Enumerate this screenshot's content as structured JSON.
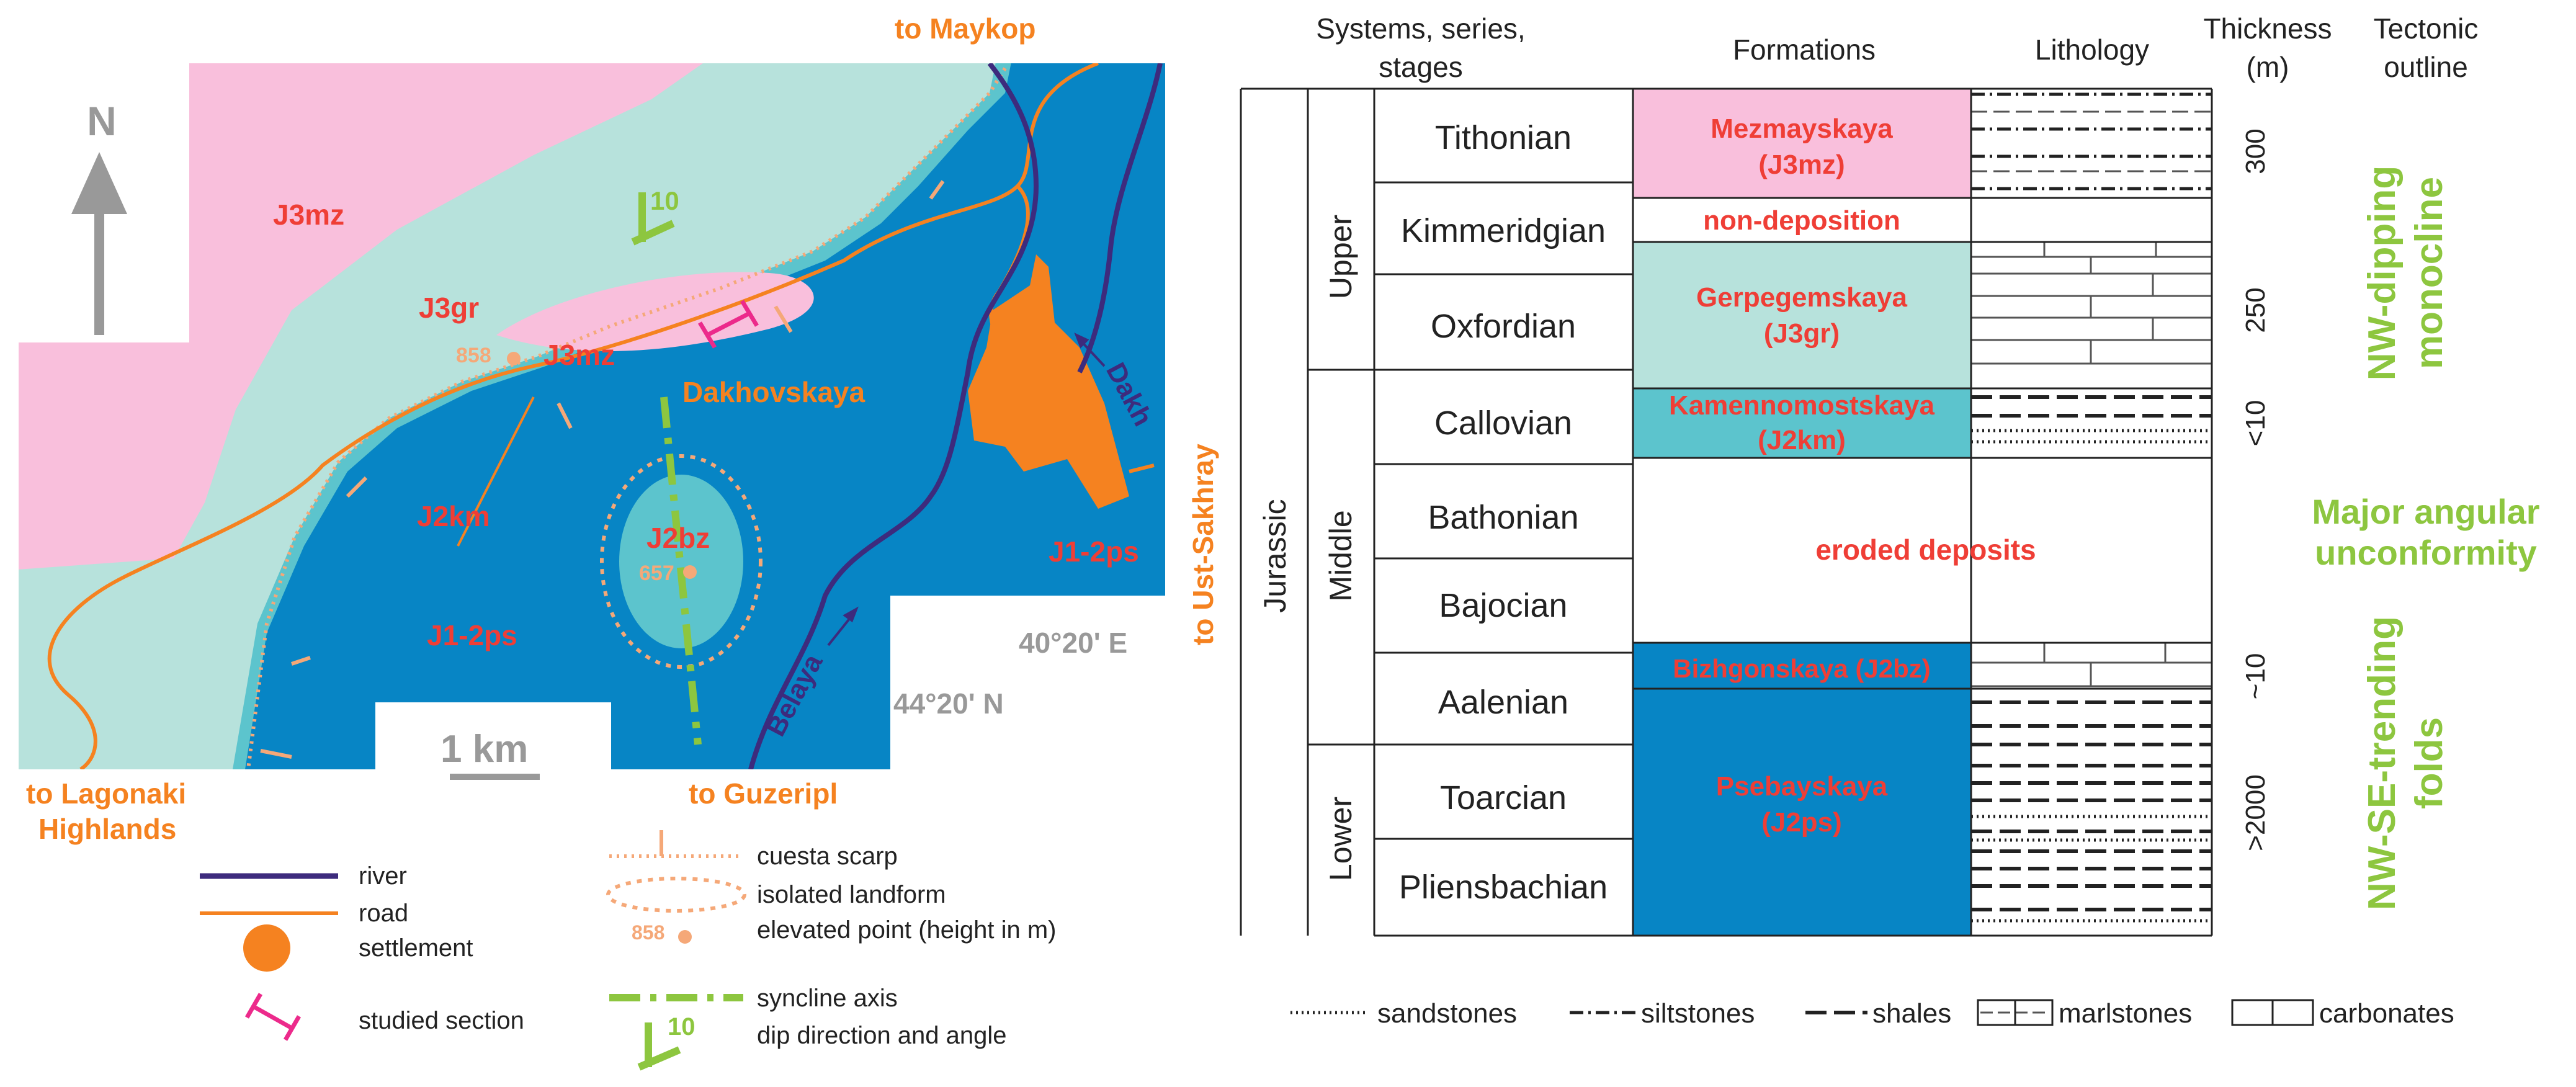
{
  "colors": {
    "pink": "#f9bfdc",
    "mint": "#b7e2dc",
    "teal": "#5cc4cd",
    "blue": "#0785c5",
    "orange": "#f58220",
    "red": "#ef3e36",
    "green": "#8dc63f",
    "river": "#3d2b7d",
    "magenta": "#ec2a8b",
    "gray": "#999999",
    "lightorange": "#f5a878"
  },
  "map": {
    "north": "N",
    "dip_value": "10",
    "units": {
      "j3mz_upper": "J3mz",
      "j3gr": "J3gr",
      "j3mz_lower": "J3mz",
      "j2km": "J2km",
      "j2bz": "J2bz",
      "j12ps_left": "J1-2ps",
      "j12ps_right": "J1-2ps"
    },
    "settlement": "Dakhovskaya",
    "rivers": {
      "dakh": "Dakh",
      "belaya": "Belaya"
    },
    "heights": {
      "h858": "858",
      "h657": "657"
    },
    "destinations": {
      "maykop": "to Maykop",
      "ust_sakhray": "to Ust-Sakhray",
      "lagonaki_1": "to Lagonaki",
      "lagonaki_2": "Highlands",
      "guzeripl": "to Guzeripl"
    },
    "coords": {
      "lon": "40°20' E",
      "lat": "44°20' N"
    },
    "scale": "1 km"
  },
  "legend": {
    "river": "river",
    "road": "road",
    "settlement": "settlement",
    "studied_section": "studied section",
    "cuesta": "cuesta scarp",
    "isolated": "isolated landform",
    "elevated": "elevated point (height in m)",
    "elevated_sample": "858",
    "syncline": "syncline axis",
    "dip": "dip direction and angle",
    "dip_sample": "10"
  },
  "column": {
    "headers": {
      "systems_1": "Systems, series,",
      "systems_2": "stages",
      "formations": "Formations",
      "lithology": "Lithology",
      "thickness_1": "Thickness",
      "thickness_2": "(m)",
      "tectonic_1": "Tectonic",
      "tectonic_2": "outline"
    },
    "system": "Jurassic",
    "series": {
      "upper": "Upper",
      "middle": "Middle",
      "lower": "Lower"
    },
    "stages": [
      "Tithonian",
      "Kimmeridgian",
      "Oxfordian",
      "Callovian",
      "Bathonian",
      "Bajocian",
      "Aalenian",
      "Toarcian",
      "Pliensbachian"
    ],
    "formations": {
      "mezmay_1": "Mezmayskaya",
      "mezmay_2": "(J3mz)",
      "nondep": "non-deposition",
      "gerpeg_1": "Gerpegemskaya",
      "gerpeg_2": "(J3gr)",
      "kamen_1": "Kamennomostskaya",
      "kamen_2": "(J2km)",
      "eroded": "eroded deposits",
      "bizh": "Bizhgonskaya (J2bz)",
      "pseb_1": "Psebayskaya",
      "pseb_2": "(J2ps)"
    },
    "thickness": {
      "t300": "300",
      "t250": "250",
      "t10a": "<10",
      "t10b": "~10",
      "t2000": ">2000"
    },
    "tectonic": {
      "nw_dip_1": "NW-dipping",
      "nw_dip_2": "monocline",
      "major_1": "Major angular",
      "major_2": "unconformity",
      "nwse_1": "NW-SE-trending",
      "nwse_2": "folds"
    },
    "lith_legend": {
      "sandstones": "sandstones",
      "siltstones": "siltstones",
      "shales": "shales",
      "marlstones": "marlstones",
      "carbonates": "carbonates"
    }
  }
}
